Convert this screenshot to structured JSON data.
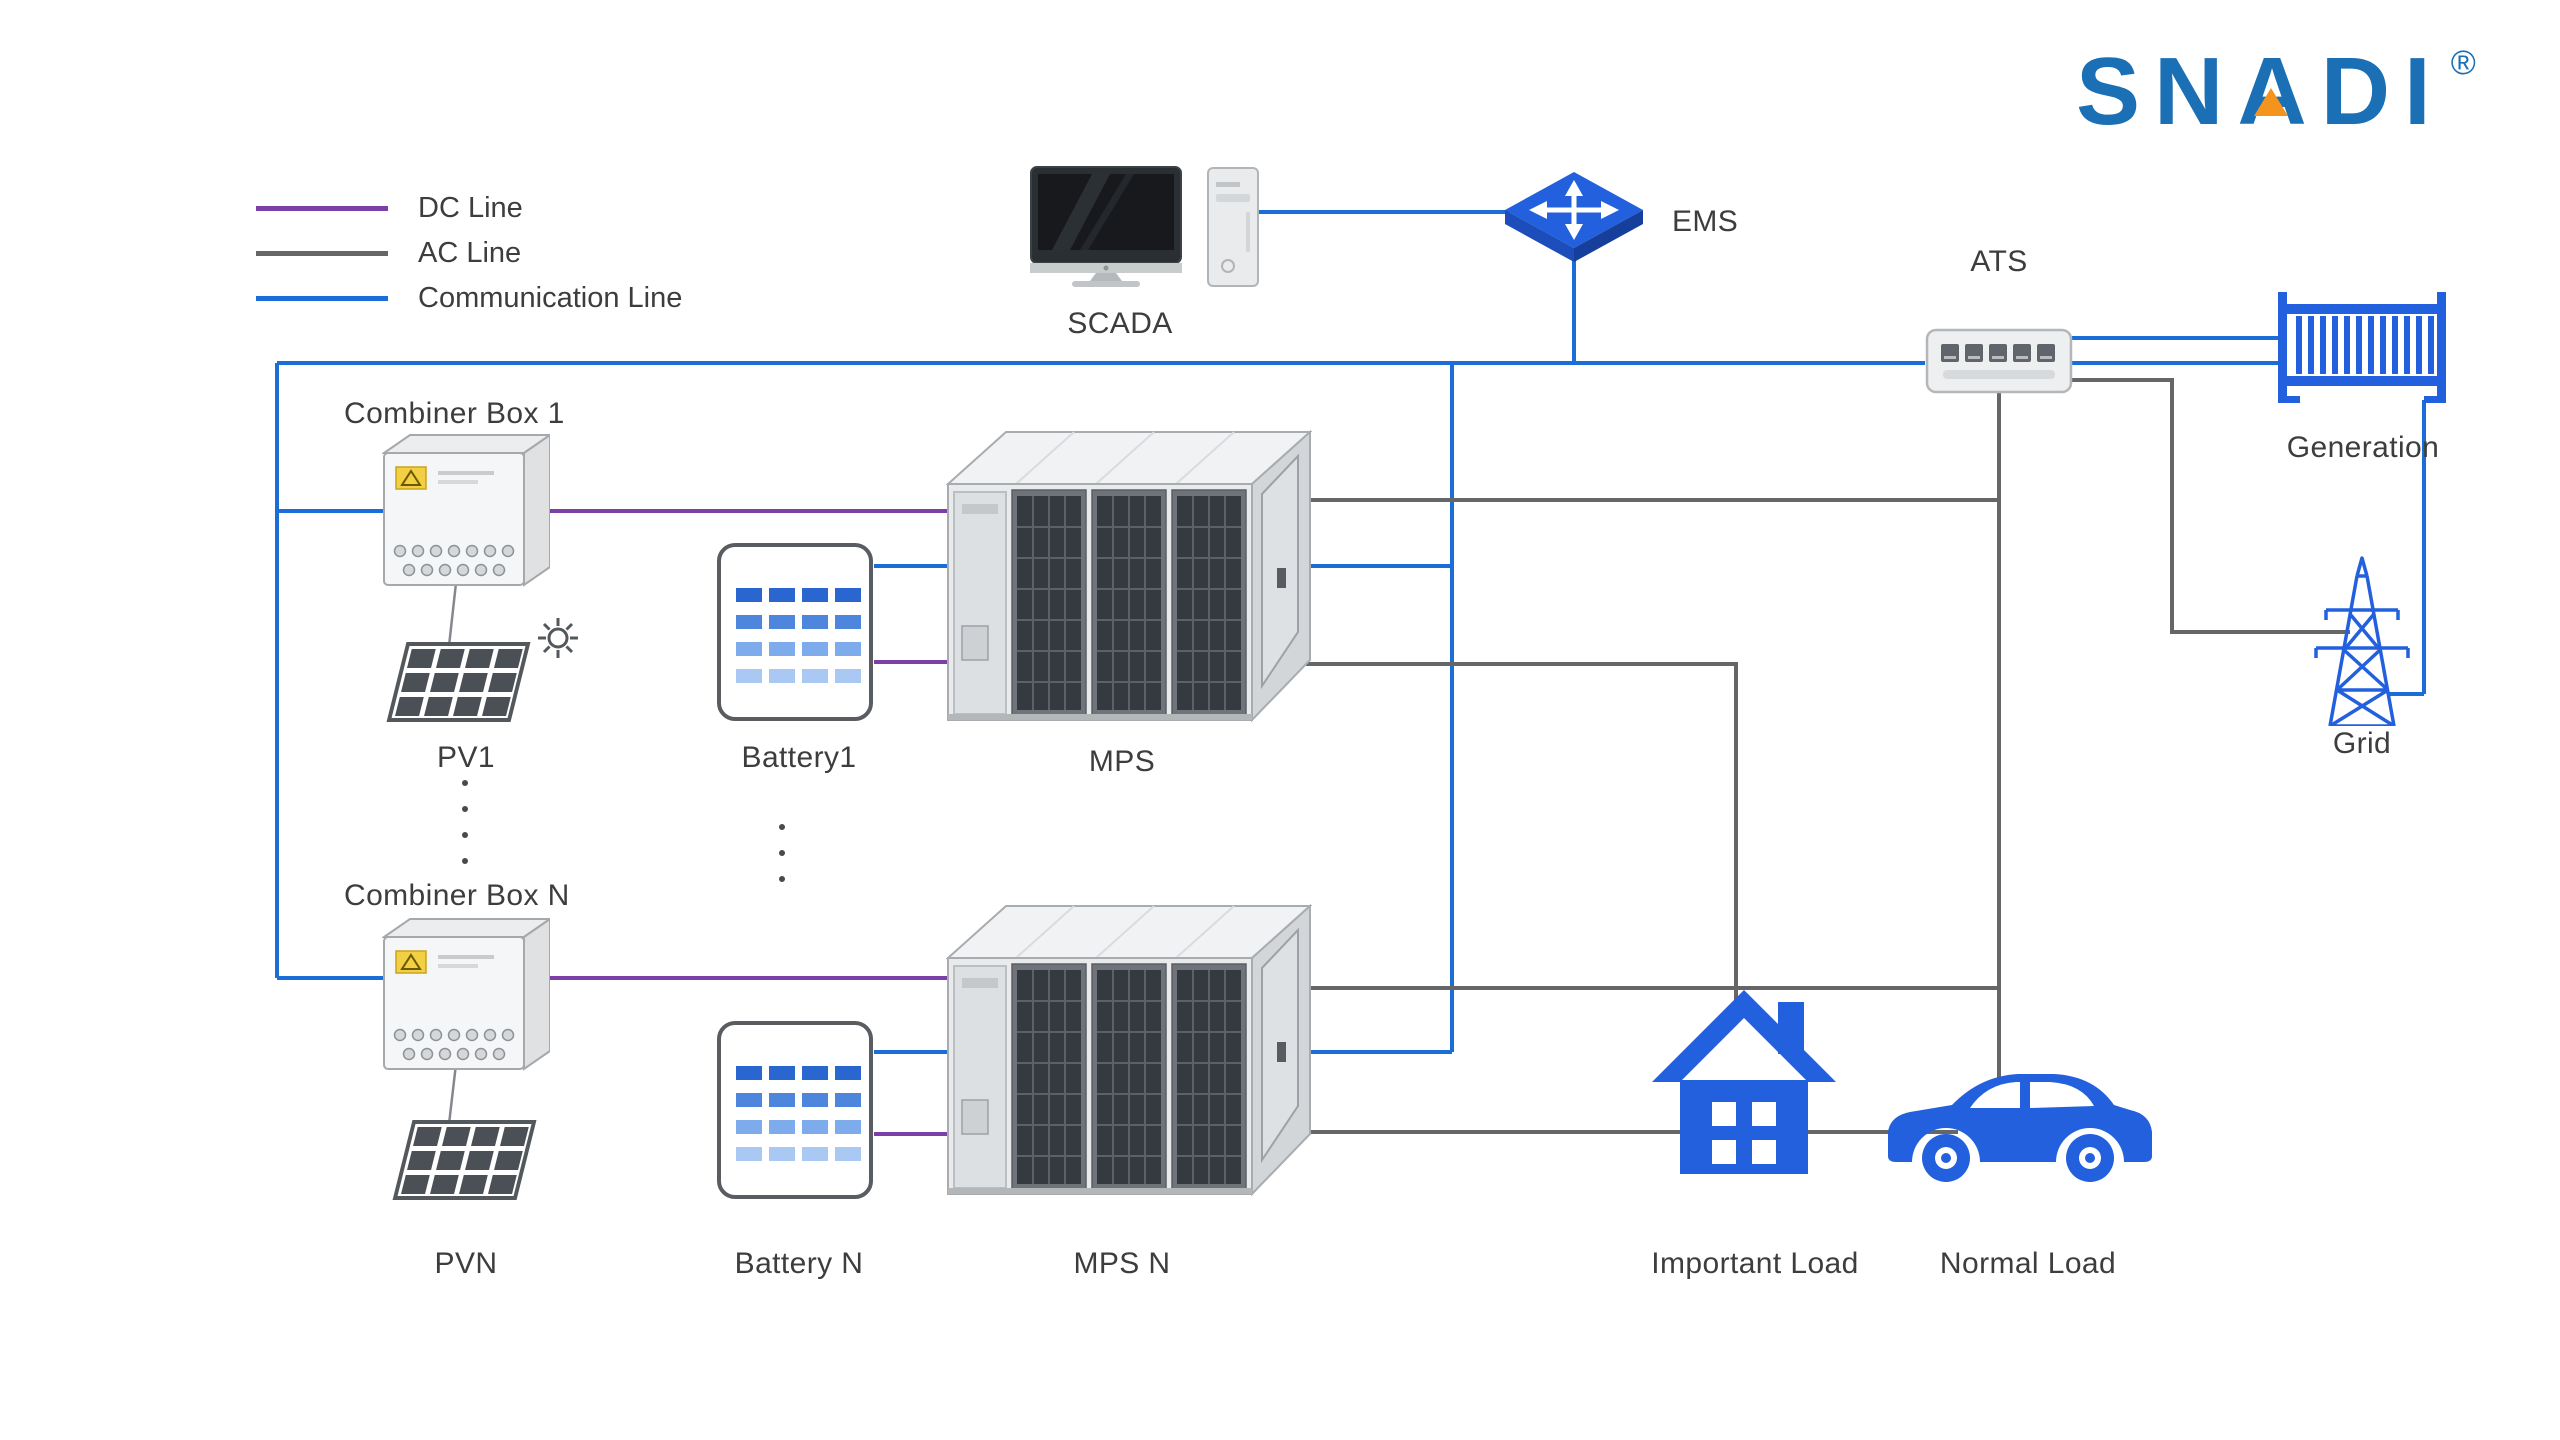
{
  "brand": {
    "name": "SNADI",
    "registered": "®"
  },
  "legend": {
    "items": [
      {
        "label": "DC Line",
        "key": "dc"
      },
      {
        "label": "AC Line",
        "key": "ac"
      },
      {
        "label": "Communication Line",
        "key": "comm"
      }
    ]
  },
  "colors": {
    "dc_line": "#7c3fa5",
    "ac_line": "#666666",
    "comm_line": "#1b6ed8",
    "icon_blue": "#2260dd",
    "logo_blue": "#1a6fb5",
    "logo_orange": "#f5941d",
    "label_text": "#3d3d3d"
  },
  "nodes": {
    "scada": {
      "label": "SCADA"
    },
    "ems": {
      "label": "EMS"
    },
    "ats": {
      "label": "ATS"
    },
    "generation": {
      "label": "Generation"
    },
    "grid": {
      "label": "Grid"
    },
    "combiner_box_1": {
      "label": "Combiner Box 1"
    },
    "pv1": {
      "label": "PV1"
    },
    "battery1": {
      "label": "Battery1"
    },
    "mps": {
      "label": "MPS"
    },
    "combiner_box_n": {
      "label": "Combiner Box N"
    },
    "pvn": {
      "label": "PVN"
    },
    "battery_n": {
      "label": "Battery N"
    },
    "mps_n": {
      "label": "MPS N"
    },
    "important_load": {
      "label": "Important Load"
    },
    "normal_load": {
      "label": "Normal Load"
    }
  }
}
